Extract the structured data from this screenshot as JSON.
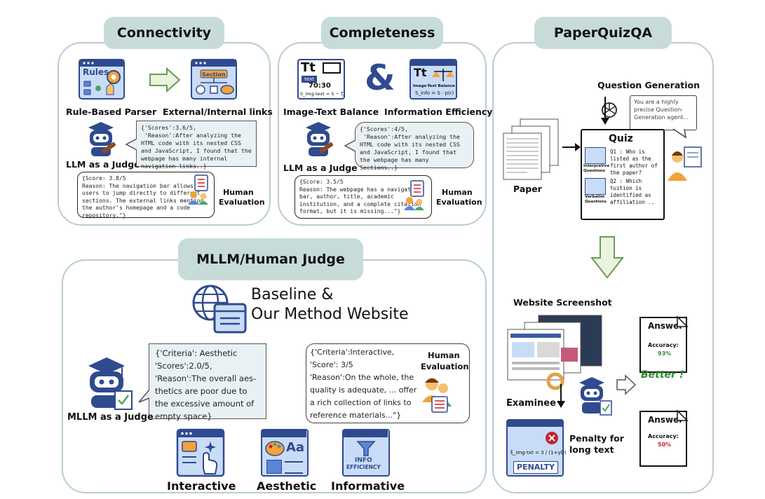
{
  "connectivity": {
    "title": "Connectivity",
    "rule_parser_label": "Rule-Based Parser",
    "links_label": "External/Internal links",
    "rules_icon_text": "Rules",
    "section_icon_text": "Section",
    "llm_judge_label": "LLM as a Judge",
    "llm_bubble": "{'Scores':3.6/5,\n 'Reason':After analyzing the HTML code with its nested CSS and JavaScript, I found that the webpage has many internal navigation links..}",
    "human_bubble": "{Score: 3.8/5\nReason: The navigation bar allows users to jump directly to different sections. The external links mention the author's homepage and a code repository.\"}",
    "human_label_1": "Human",
    "human_label_2": "Evaluation"
  },
  "completeness": {
    "title": "Completeness",
    "balance_label": "Image-Text Balance",
    "efficiency_label": "Information Efficiency",
    "ampersand": "&",
    "tt_icon": "Tt",
    "text_icon": "text",
    "ratio_icon": "70:30",
    "formula_icon": "S_img-text = S − ζ",
    "balance_icon_text": "Image-Text Balance",
    "balance_formula": "S_info = S · p(r)",
    "llm_judge_label": "LLM as a Judge",
    "llm_bubble": "{'Scores':4/5,\n 'Reason':After analyzing the HTML code with its nested CSS and JavaScript, I found that the webpage has many Sections..}",
    "human_bubble": "{Score: 3.5/5\nReason: The webpage has a navigation bar, author, title, academic institution, and a complete citation format, but it is missing...\"}",
    "human_label_1": "Human",
    "human_label_2": "Evaluation"
  },
  "paperquiz": {
    "title": "PaperQuizQA",
    "question_gen": "Question Generation",
    "prompt_bubble": "You are a highly precise Question-Generation agent...",
    "quiz_title": "Quiz",
    "q1": "Q1 : Who is listed as the first author of the paper?",
    "q2": "Q2 : Which tuition is identified as affiliation ..",
    "interpretive": "Interpretive Questions",
    "verbatim": "Verbatim Questions",
    "paper_label": "Paper",
    "website_screenshot": "Website Screenshot",
    "examinee": "Examinee",
    "answer1_title": "Answer",
    "answer1_acc_label": "Accuracy:",
    "answer1_acc": "93%",
    "answer2_title": "Answer",
    "answer2_acc_label": "Accuracy:",
    "answer2_acc": "50%",
    "better": "Better !",
    "penalty_1": "Penalty for",
    "penalty_2": "long text",
    "penalty_word": "PENALTY",
    "penalty_formula": "ξ_img-txt = 3 / (1+γD)"
  },
  "mllm": {
    "title": "MLLM/Human Judge",
    "baseline_1": "Baseline &",
    "baseline_2": "Our Method Website",
    "mllm_bubble": "{'Criteria': Aesthetic\n'Scores':2.0/5,\n'Reason':The overall aes-thetics are poor due to the excessive amount of empty space}",
    "human_bubble": "{'Criteria':Interactive,\n'Score': 3/5\n'Reason':On the whole, the quality is adequate, ... offer a rich collection of links to reference materials...\"}",
    "human_label_1": "Human",
    "human_label_2": "Evaluation",
    "mllm_judge_label": "MLLM as a Judge",
    "interactive": "Interactive",
    "aesthetic": "Aesthetic",
    "informative": "Informative",
    "info_icon_1": "INFO",
    "info_icon_2": "EFFICIENCY",
    "aa_icon": "Aa"
  },
  "colors": {
    "pill": "#c7dcd8",
    "panel_border": "#b9ccd4",
    "robot": "#2f4a8f",
    "accent_green": "#2e8b2e",
    "accent_red": "#c0262c",
    "bubble": "#eaf1f5"
  }
}
